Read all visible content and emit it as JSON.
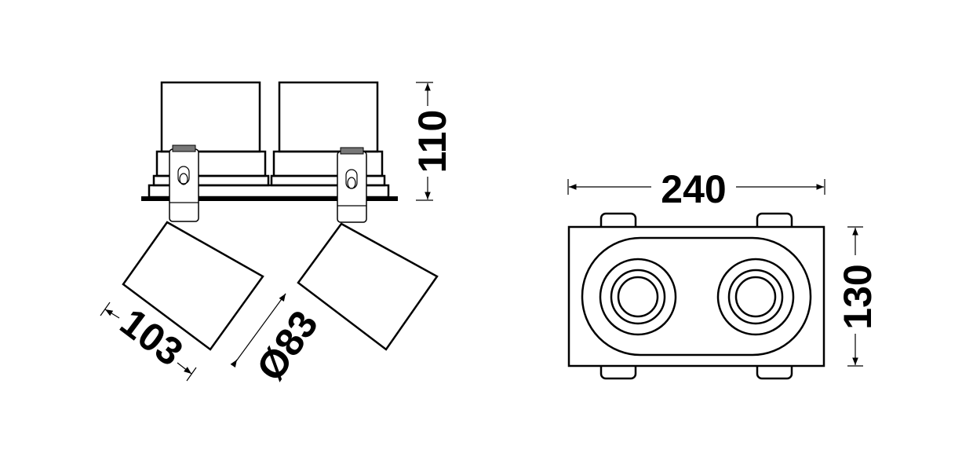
{
  "dimensions": {
    "height": "110",
    "length": "103",
    "diameter": "Ø83",
    "width": "240",
    "depth": "130"
  },
  "colors": {
    "line": "#000000",
    "background": "#ffffff"
  }
}
